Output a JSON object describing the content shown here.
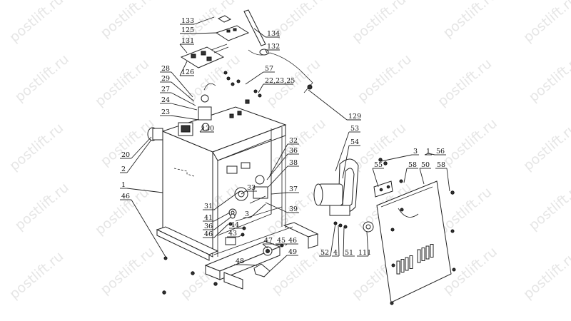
{
  "watermark": {
    "text": "postlift.ru"
  },
  "callouts": [
    "133",
    "125",
    "131",
    "126",
    "134",
    "132",
    "28",
    "29",
    "27",
    "24",
    "23",
    "57",
    "22,23,25",
    "129",
    "130",
    "20",
    "2",
    "1",
    "46",
    "53",
    "54",
    "3",
    "1",
    "56",
    "55",
    "58",
    "50",
    "58",
    "32",
    "36",
    "38",
    "37",
    "39",
    "33",
    "31",
    "41",
    "36",
    "46",
    "44",
    "43",
    "3",
    "47",
    "45",
    "46",
    "48",
    "49",
    "52",
    "4",
    "51",
    "111"
  ]
}
